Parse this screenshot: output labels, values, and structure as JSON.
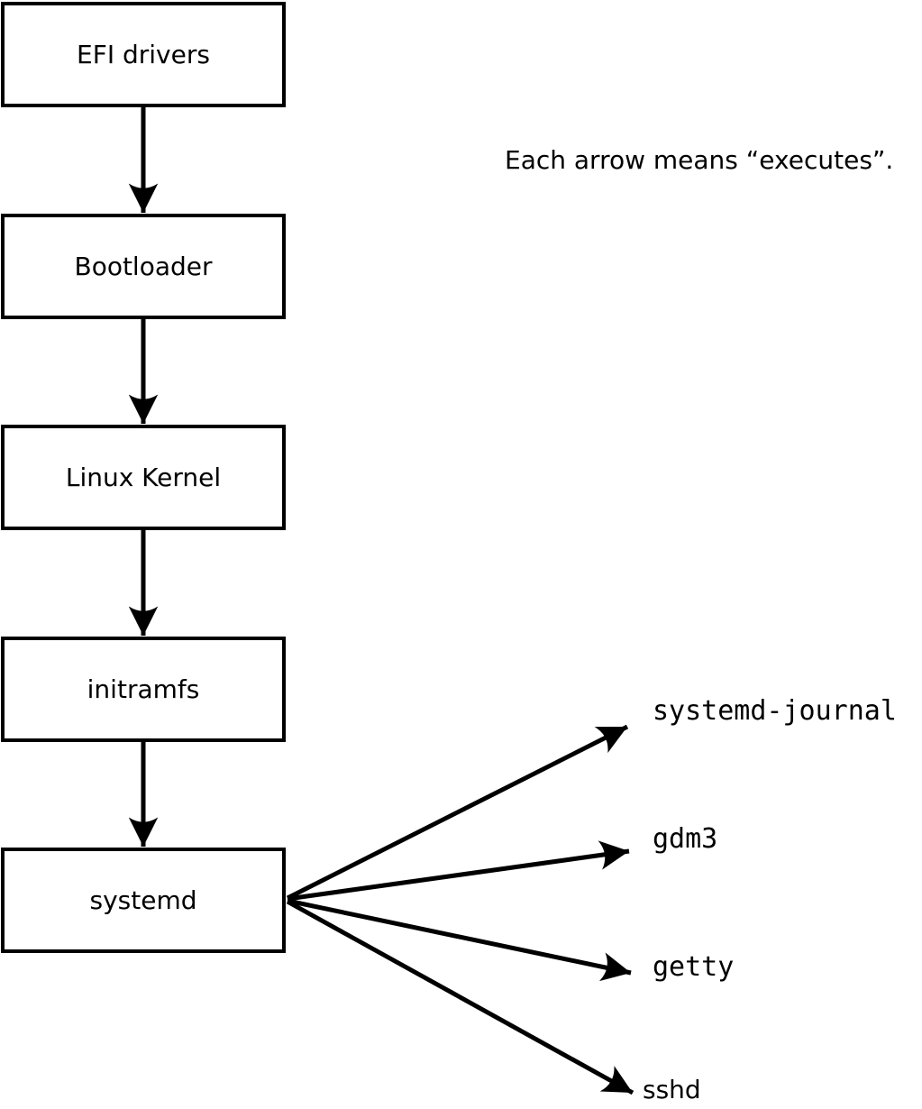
{
  "diagram": {
    "annotation": "Each arrow means “executes”.",
    "arrow_meaning": "executes",
    "chain": [
      {
        "label": "EFI drivers"
      },
      {
        "label": "Bootloader"
      },
      {
        "label": "Linux Kernel"
      },
      {
        "label": "initramfs"
      },
      {
        "label": "systemd"
      }
    ],
    "spawned": [
      {
        "label": "systemd-journal"
      },
      {
        "label": "gdm3"
      },
      {
        "label": "getty"
      },
      {
        "label": "sshd"
      }
    ],
    "colors": {
      "stroke": "#000000",
      "background": "#ffffff",
      "box_fill": "#ffffff"
    }
  }
}
